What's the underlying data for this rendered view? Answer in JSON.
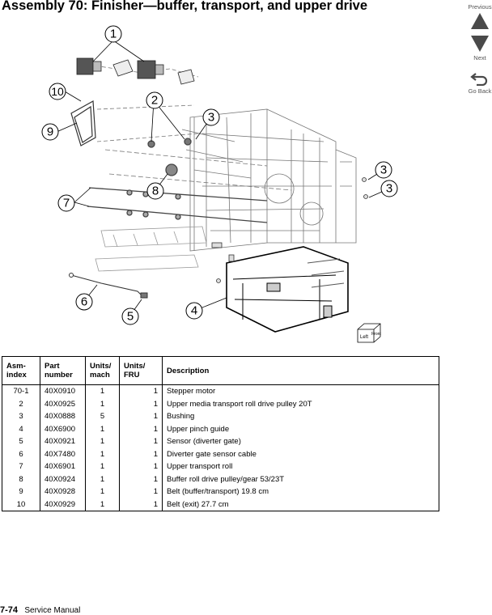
{
  "header": {
    "title": "Assembly 70:  Finisher—buffer, transport, and upper drive"
  },
  "nav": {
    "previous": "Previous",
    "next": "Next",
    "go_back": "Go Back"
  },
  "diagram": {
    "callouts": [
      "1",
      "10",
      "2",
      "3",
      "9",
      "3",
      "3",
      "8",
      "7",
      "6",
      "5",
      "4"
    ],
    "orientation_left": "Left",
    "orientation_front": "Front"
  },
  "table": {
    "headers": [
      "Asm-\nindex",
      "Part\nnumber",
      "Units/\nmach",
      "Units/\nFRU",
      "Description"
    ],
    "rows": [
      [
        "70-1",
        "40X0910",
        "1",
        "1",
        "Stepper motor"
      ],
      [
        "2",
        "40X0925",
        "1",
        "1",
        "Upper media transport roll drive pulley 20T"
      ],
      [
        "3",
        "40X0888",
        "5",
        "1",
        "Bushing"
      ],
      [
        "4",
        "40X6900",
        "1",
        "1",
        "Upper pinch guide"
      ],
      [
        "5",
        "40X0921",
        "1",
        "1",
        "Sensor (diverter gate)"
      ],
      [
        "6",
        "40X7480",
        "1",
        "1",
        "Diverter gate sensor cable"
      ],
      [
        "7",
        "40X6901",
        "1",
        "1",
        "Upper transport roll"
      ],
      [
        "8",
        "40X0924",
        "1",
        "1",
        "Buffer roll drive pulley/gear 53/23T"
      ],
      [
        "9",
        "40X0928",
        "1",
        "1",
        "Belt (buffer/transport) 19.8 cm"
      ],
      [
        "10",
        "40X0929",
        "1",
        "1",
        "Belt (exit) 27.7 cm"
      ]
    ]
  },
  "footer": {
    "page": "7-74",
    "manual": "Service Manual"
  }
}
